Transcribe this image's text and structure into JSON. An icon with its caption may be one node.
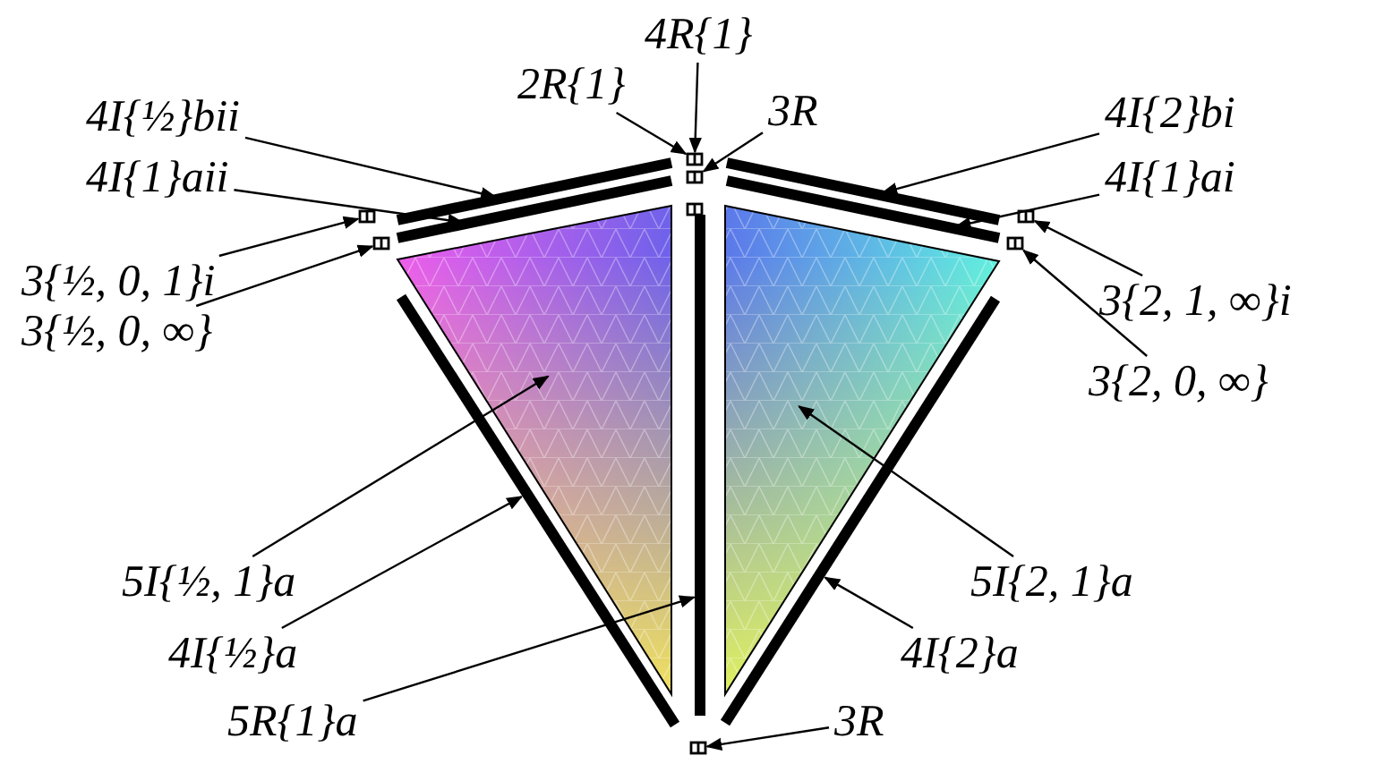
{
  "diagram": {
    "nodes": [
      {
        "text": [
          "4R{1}"
        ]
      },
      {
        "text": [
          "2R{1}"
        ]
      },
      {
        "text": [
          "3R"
        ]
      },
      {
        "text": [
          "4I{½}bii"
        ]
      },
      {
        "text": [
          "4I{2}bi"
        ]
      },
      {
        "text": [
          "4I{1}aii"
        ]
      },
      {
        "text": [
          "4I{1}ai"
        ]
      },
      {
        "text": [
          "3{½, 0, 1}i"
        ]
      },
      {
        "text": [
          "3{2, 1, ∞}i"
        ]
      },
      {
        "text": [
          "3{½, 0, ∞}"
        ]
      },
      {
        "text": [
          "3{2, 0, ∞}"
        ]
      },
      {
        "text": [
          "5I{½, 1}a"
        ]
      },
      {
        "text": [
          "5I{2, 1}a"
        ]
      },
      {
        "text": [
          "4I{½}a"
        ]
      },
      {
        "text": [
          "4I{2}a"
        ]
      },
      {
        "text": [
          "5R{1}a"
        ]
      },
      {
        "text": [
          "3R"
        ]
      },
      {
        "text": [],
        "shape": "box"
      },
      {
        "text": [],
        "shape": "box"
      },
      {
        "text": [],
        "shape": "box"
      },
      {
        "text": [],
        "shape": "box"
      },
      {
        "text": [],
        "shape": "box"
      },
      {
        "text": [],
        "shape": "box"
      },
      {
        "text": [],
        "shape": "box"
      },
      {
        "text": [],
        "shape": "box"
      },
      {
        "text": [],
        "shape": "bar"
      },
      {
        "text": [],
        "shape": "bar"
      },
      {
        "text": [],
        "shape": "bar"
      },
      {
        "text": [],
        "shape": "bar"
      },
      {
        "text": [],
        "shape": "triangle"
      },
      {
        "text": [],
        "shape": "triangle"
      },
      {
        "text": [],
        "shape": "bar"
      },
      {
        "text": [],
        "shape": "bar"
      },
      {
        "text": [],
        "shape": "bar"
      }
    ],
    "edges": [
      {
        "from": 0,
        "to": 17,
        "arrow": "to"
      },
      {
        "from": 1,
        "to": 17,
        "arrow": "to"
      },
      {
        "from": 2,
        "to": 18,
        "arrow": "to"
      },
      {
        "from": 3,
        "to": 25,
        "arrow": "to"
      },
      {
        "from": 4,
        "to": 27,
        "arrow": "to"
      },
      {
        "from": 5,
        "to": 26,
        "arrow": "to"
      },
      {
        "from": 6,
        "to": 28,
        "arrow": "to"
      },
      {
        "from": 7,
        "to": 20,
        "arrow": "to"
      },
      {
        "from": 8,
        "to": 22,
        "arrow": "to"
      },
      {
        "from": 9,
        "to": 21,
        "arrow": "to"
      },
      {
        "from": 10,
        "to": 23,
        "arrow": "to"
      },
      {
        "from": 11,
        "to": 29,
        "arrow": "to"
      },
      {
        "from": 12,
        "to": 30,
        "arrow": "to"
      },
      {
        "from": 13,
        "to": 31,
        "arrow": "to"
      },
      {
        "from": 14,
        "to": 33,
        "arrow": "to"
      },
      {
        "from": 15,
        "to": 32,
        "arrow": "to"
      },
      {
        "from": 16,
        "to": 24,
        "arrow": "to"
      }
    ]
  }
}
